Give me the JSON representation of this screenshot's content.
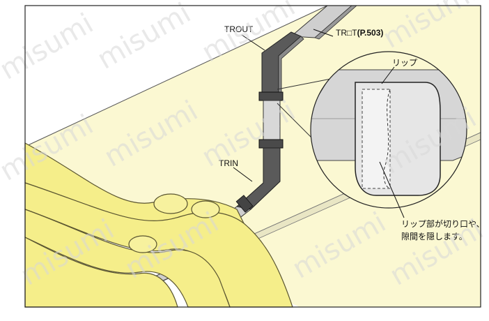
{
  "labels": {
    "trout": "TROUT",
    "trin": "TRIN",
    "trt_prefix": "TR",
    "trt_box": "□",
    "trt_suffix": "T",
    "page_ref": "(P.503)",
    "lip": "リップ",
    "note_line1": "リップ部が切り口や、",
    "note_line2": "隙間を隠します。"
  },
  "watermark": "misumi",
  "colors": {
    "wall": "#fbf8d2",
    "cable": "#f5ee8a",
    "cable_edge": "#5a5530",
    "duct_dark": "#555555",
    "duct_light": "#cfcfcf",
    "frame": "#222222"
  }
}
